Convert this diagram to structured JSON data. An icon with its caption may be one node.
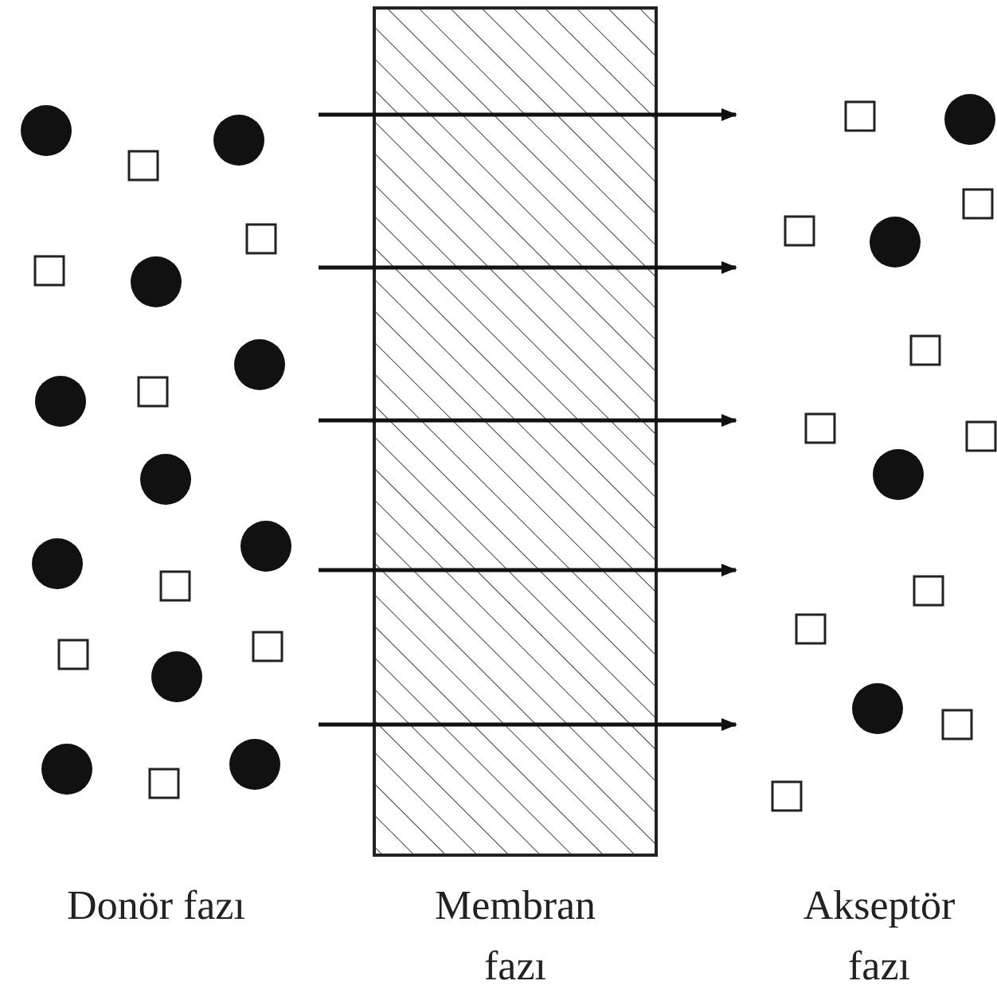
{
  "diagram": {
    "nodes": [
      {
        "text": [
          "Membran fazı"
        ]
      }
    ],
    "labels": [
      "Donör fazı",
      "Akseptör fazı"
    ]
  }
}
